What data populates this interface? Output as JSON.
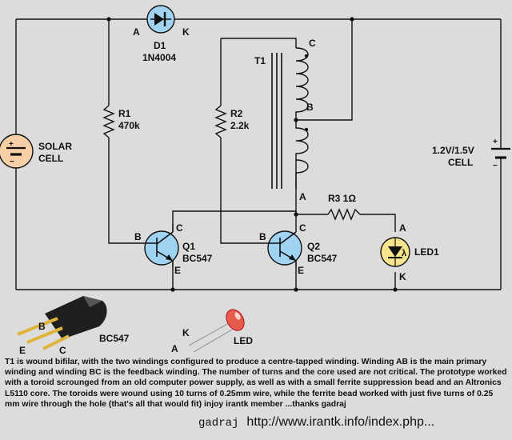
{
  "colors": {
    "background": "#dcdcdc",
    "wire": "#111111",
    "component_fill": "#9fd3f1",
    "solar_fill": "#f6cfa7",
    "led_fill": "#f6e58c",
    "led_leg": "#d9d9d9",
    "led_body": "#e65b4c"
  },
  "diagram": {
    "diode": {
      "anode": "A",
      "cathode": "K",
      "name": "D1",
      "part": "1N4004"
    },
    "r1": {
      "name": "R1",
      "value": "470k"
    },
    "r2": {
      "name": "R2",
      "value": "2.2k"
    },
    "r3": {
      "name": "R3 1Ω"
    },
    "transformer": {
      "name": "T1",
      "pin_c": "C",
      "pin_b": "B",
      "pin_a": "A"
    },
    "q1": {
      "name": "Q1",
      "part": "BC547",
      "b": "B",
      "c": "C",
      "e": "E"
    },
    "q2": {
      "name": "Q2",
      "part": "BC547",
      "b": "B",
      "c": "C",
      "e": "E"
    },
    "led": {
      "name": "LED1",
      "a": "A",
      "k": "K",
      "symbol": "λ"
    },
    "solar": {
      "line1": "SOLAR",
      "line2": "CELL",
      "plus": "+",
      "minus": "−"
    },
    "battery": {
      "line1": "1.2V/1.5V",
      "line2": "CELL",
      "plus": "+",
      "minus": "−"
    },
    "bc547_pkg": {
      "label": "BC547",
      "b": "B",
      "e": "E",
      "c": "C"
    },
    "led_pkg": {
      "label": "LED",
      "k": "K",
      "a": "A"
    }
  },
  "caption": "T1 is wound bifilar, with the two windings configured to produce a centre-tapped winding. Winding AB is the main primary winding and winding BC is the feedback winding. The number of turns and the core used are not critical. The prototype worked with a toroid scrounged from an old computer power supply, as well as with a small ferrite suppression bead and an Altronics L5110 core. The toroids were wound using 10 turns of 0.25mm wire, while the ferrite bead worked with just five turns of 0.25 mm wire through the hole (that's all that would fit)   injoy irantk member ...thanks gadraj",
  "footer": {
    "author": "gadraj",
    "url": "http://www.irantk.info/index.php..."
  }
}
